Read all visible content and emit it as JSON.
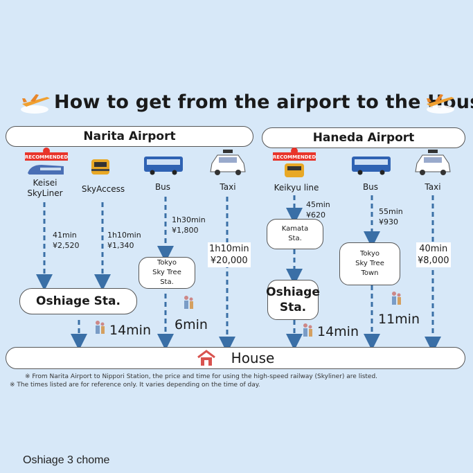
{
  "title": "How to get from the airport to the House",
  "airports": {
    "narita": "Narita Airport",
    "haneda": "Haneda Airport"
  },
  "badge": "RECOMMENDED",
  "narita": {
    "keisei": "Keisei\nSkyLiner",
    "skyaccess": "SkyAccess",
    "bus": "Bus",
    "taxi": "Taxi",
    "keisei_time": "41min\n¥2,520",
    "skyaccess_time": "1h10min\n¥1,340",
    "bus_time": "1h30min\n¥1,800",
    "taxi_time": "1h10min\n¥20,000",
    "bus_station": "Tokyo\nSky  Tree\nSta.",
    "oshiage": "Oshiage    Sta.",
    "walk1": "14min",
    "walk2": "6min"
  },
  "haneda": {
    "keikyu": "Keikyu line",
    "bus": "Bus",
    "taxi": "Taxi",
    "keikyu_time": "45min\n¥620",
    "bus_time": "55min\n¥930",
    "taxi_time": "40min\n¥8,000",
    "kamata": "Kamata\nSta.",
    "bus_station": "Tokyo\nSky  Tree\nTown",
    "oshiage": "Oshiage\nSta.",
    "walk1": "14min",
    "walk2": "11min"
  },
  "house": "House",
  "notes": [
    "※ From Narita Airport to Nippori Station, the price and time for using the high-speed railway (Skyliner) are listed.",
    "※ The times listed are for reference only. It varies depending on the time of day."
  ],
  "footer": "Oshiage 3 chome",
  "colors": {
    "background": "#d7e8f8",
    "arrow": "#3a6fa6",
    "house_icon": "#d9534f"
  },
  "icons": [
    "airplane-icon",
    "train-icon",
    "bus-icon",
    "taxi-icon",
    "person-icon",
    "house-icon"
  ]
}
